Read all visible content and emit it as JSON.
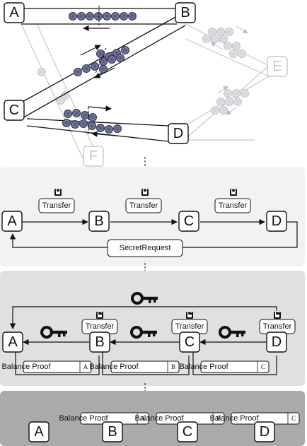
{
  "channel_nodes": {
    "a": "A",
    "b": "B",
    "c": "C",
    "d": "D",
    "e": "E",
    "f": "F"
  },
  "step_transfer": {
    "transfer_label": "Transfer",
    "secret_request_label": "SecretRequest",
    "nodes": {
      "a": "A",
      "b": "B",
      "c": "C",
      "d": "D"
    }
  },
  "step_reveal": {
    "transfer_label": "Transfer",
    "nodes": {
      "a": "A",
      "b": "B",
      "c": "C",
      "d": "D"
    },
    "balance_proof_label": "Balance Proof",
    "proof_tags": {
      "a": "A",
      "b": "B",
      "c": "C"
    }
  },
  "step_final": {
    "nodes": {
      "a": "A",
      "b": "B",
      "c": "C",
      "d": "D"
    },
    "balance_proof_label": "Balance Proof",
    "proof_tags": {
      "a": "A",
      "b": "B",
      "c": "C"
    }
  },
  "colors": {
    "coin": "#5a5f84",
    "coin_faded": "#d6d6dc",
    "panel_light": "#f2f2f2",
    "panel_mid": "#e0e0e0",
    "panel_dark": "#aaaaaa",
    "faded_line": "#c8c8c8"
  },
  "icons": [
    "padlock-closed-icon",
    "padlock-open-icon",
    "key-icon",
    "coin-icon",
    "arrow-icon"
  ]
}
